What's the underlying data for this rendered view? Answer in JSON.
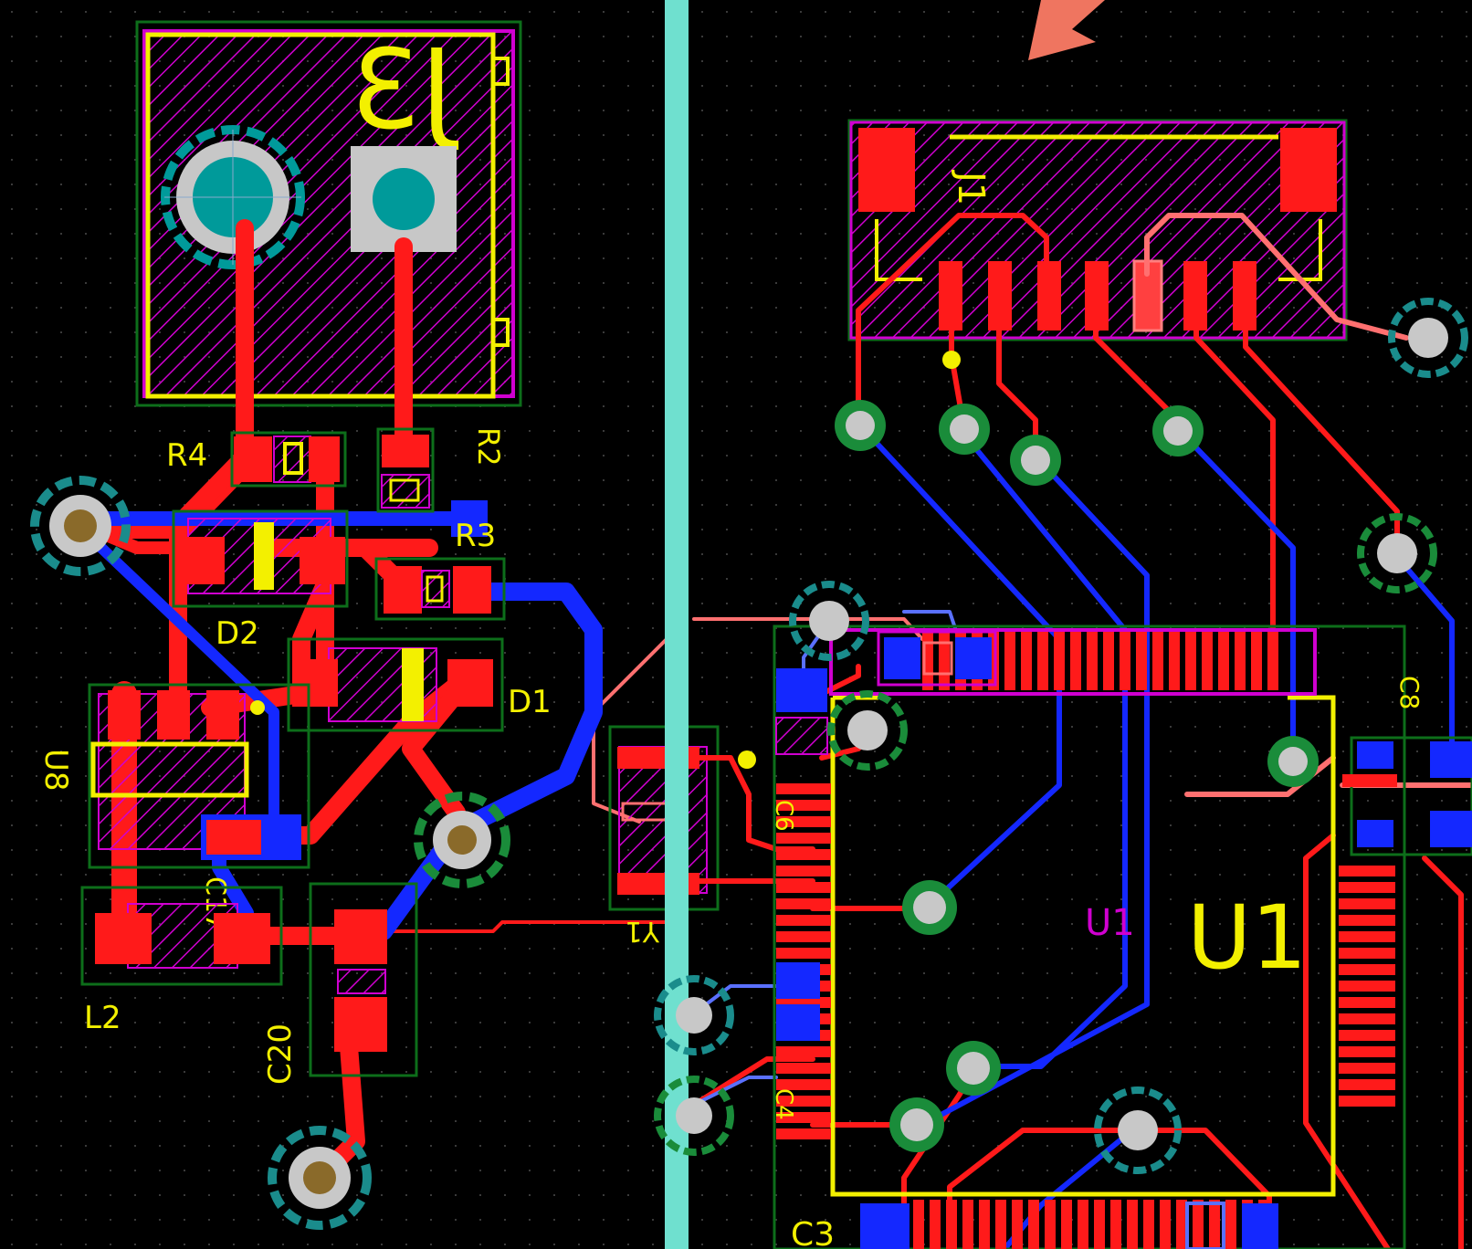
{
  "colors": {
    "background": "#000000",
    "front_copper": "#ff1a1a",
    "back_copper": "#1428ff",
    "silkscreen": "#f3f000",
    "courtyard": "#d000d0",
    "fab_outline": "#0d6e1a",
    "via_ring": "#1a8c3a",
    "via_drill": "#c8c8c8",
    "pad_gray": "#c7c7c7",
    "pad_teal": "#009a9a",
    "divider": "#6fe0cf",
    "cursor_arrow": "#ef7560"
  },
  "labels": {
    "j3": "J3",
    "r4": "R4",
    "r2": "R2",
    "r3": "R3",
    "d2": "D2",
    "d1": "D1",
    "u8": "U8",
    "c17": "C17",
    "l2": "L2",
    "c20": "C20",
    "y1": "Y1",
    "j1": "J1",
    "u1": "U1",
    "u1_fab": "U1",
    "c3": "C3",
    "c8": "C8",
    "c6": "C6",
    "c4": "C4"
  }
}
